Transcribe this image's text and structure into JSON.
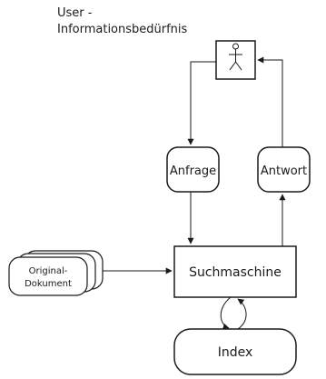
{
  "caption": {
    "line1": "User -",
    "line2": "Informationsbedürfnis"
  },
  "nodes": {
    "user": {
      "icon": "stick-figure-icon"
    },
    "anfrage": {
      "label": "Anfrage"
    },
    "antwort": {
      "label": "Antwort"
    },
    "suchmaschine": {
      "label": "Suchmaschine"
    },
    "index": {
      "label": "Index"
    },
    "original": {
      "label_line1": "Original-",
      "label_line2": "Dokument"
    }
  },
  "colors": {
    "stroke": "#1a1a1a",
    "fill": "#ffffff"
  }
}
